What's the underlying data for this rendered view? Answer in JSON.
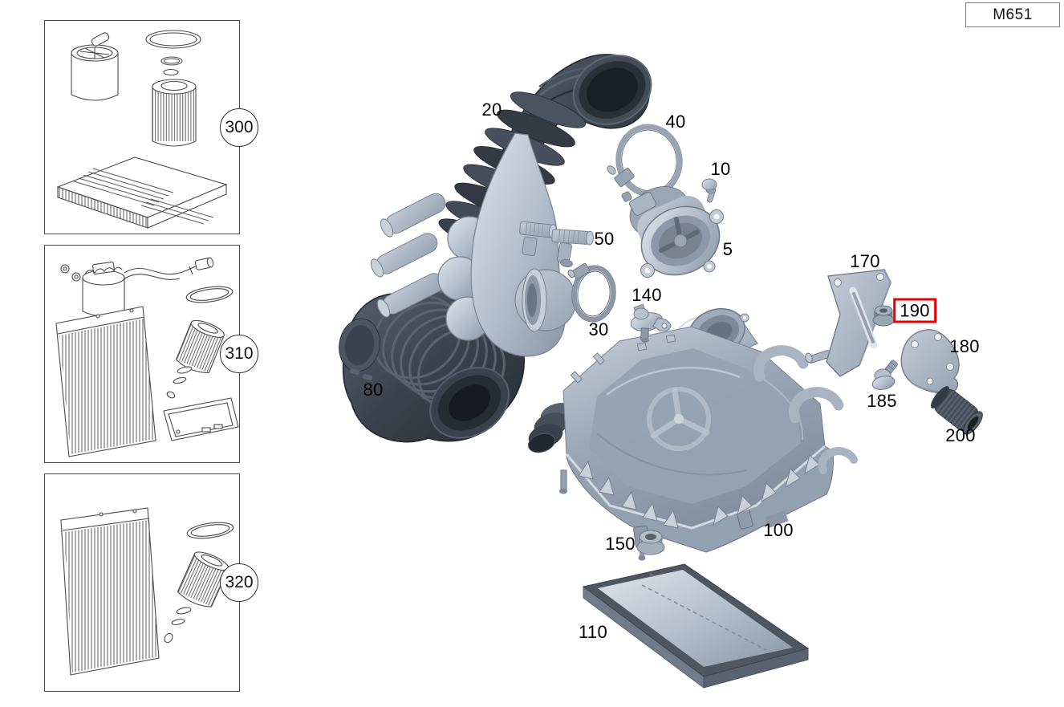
{
  "header": {
    "model_code": "M651"
  },
  "sidebar": {
    "panels": [
      {
        "badge": "300"
      },
      {
        "badge": "310"
      },
      {
        "badge": "320"
      }
    ]
  },
  "diagram": {
    "highlight_color": "#e60000",
    "callouts": [
      {
        "text": "20"
      },
      {
        "text": "40"
      },
      {
        "text": "10"
      },
      {
        "text": "5"
      },
      {
        "text": "50"
      },
      {
        "text": "30"
      },
      {
        "text": "140"
      },
      {
        "text": "80"
      },
      {
        "text": "170"
      },
      {
        "text": "190",
        "highlighted": true
      },
      {
        "text": "180"
      },
      {
        "text": "185"
      },
      {
        "text": "200"
      },
      {
        "text": "100"
      },
      {
        "text": "150"
      },
      {
        "text": "110"
      }
    ]
  }
}
